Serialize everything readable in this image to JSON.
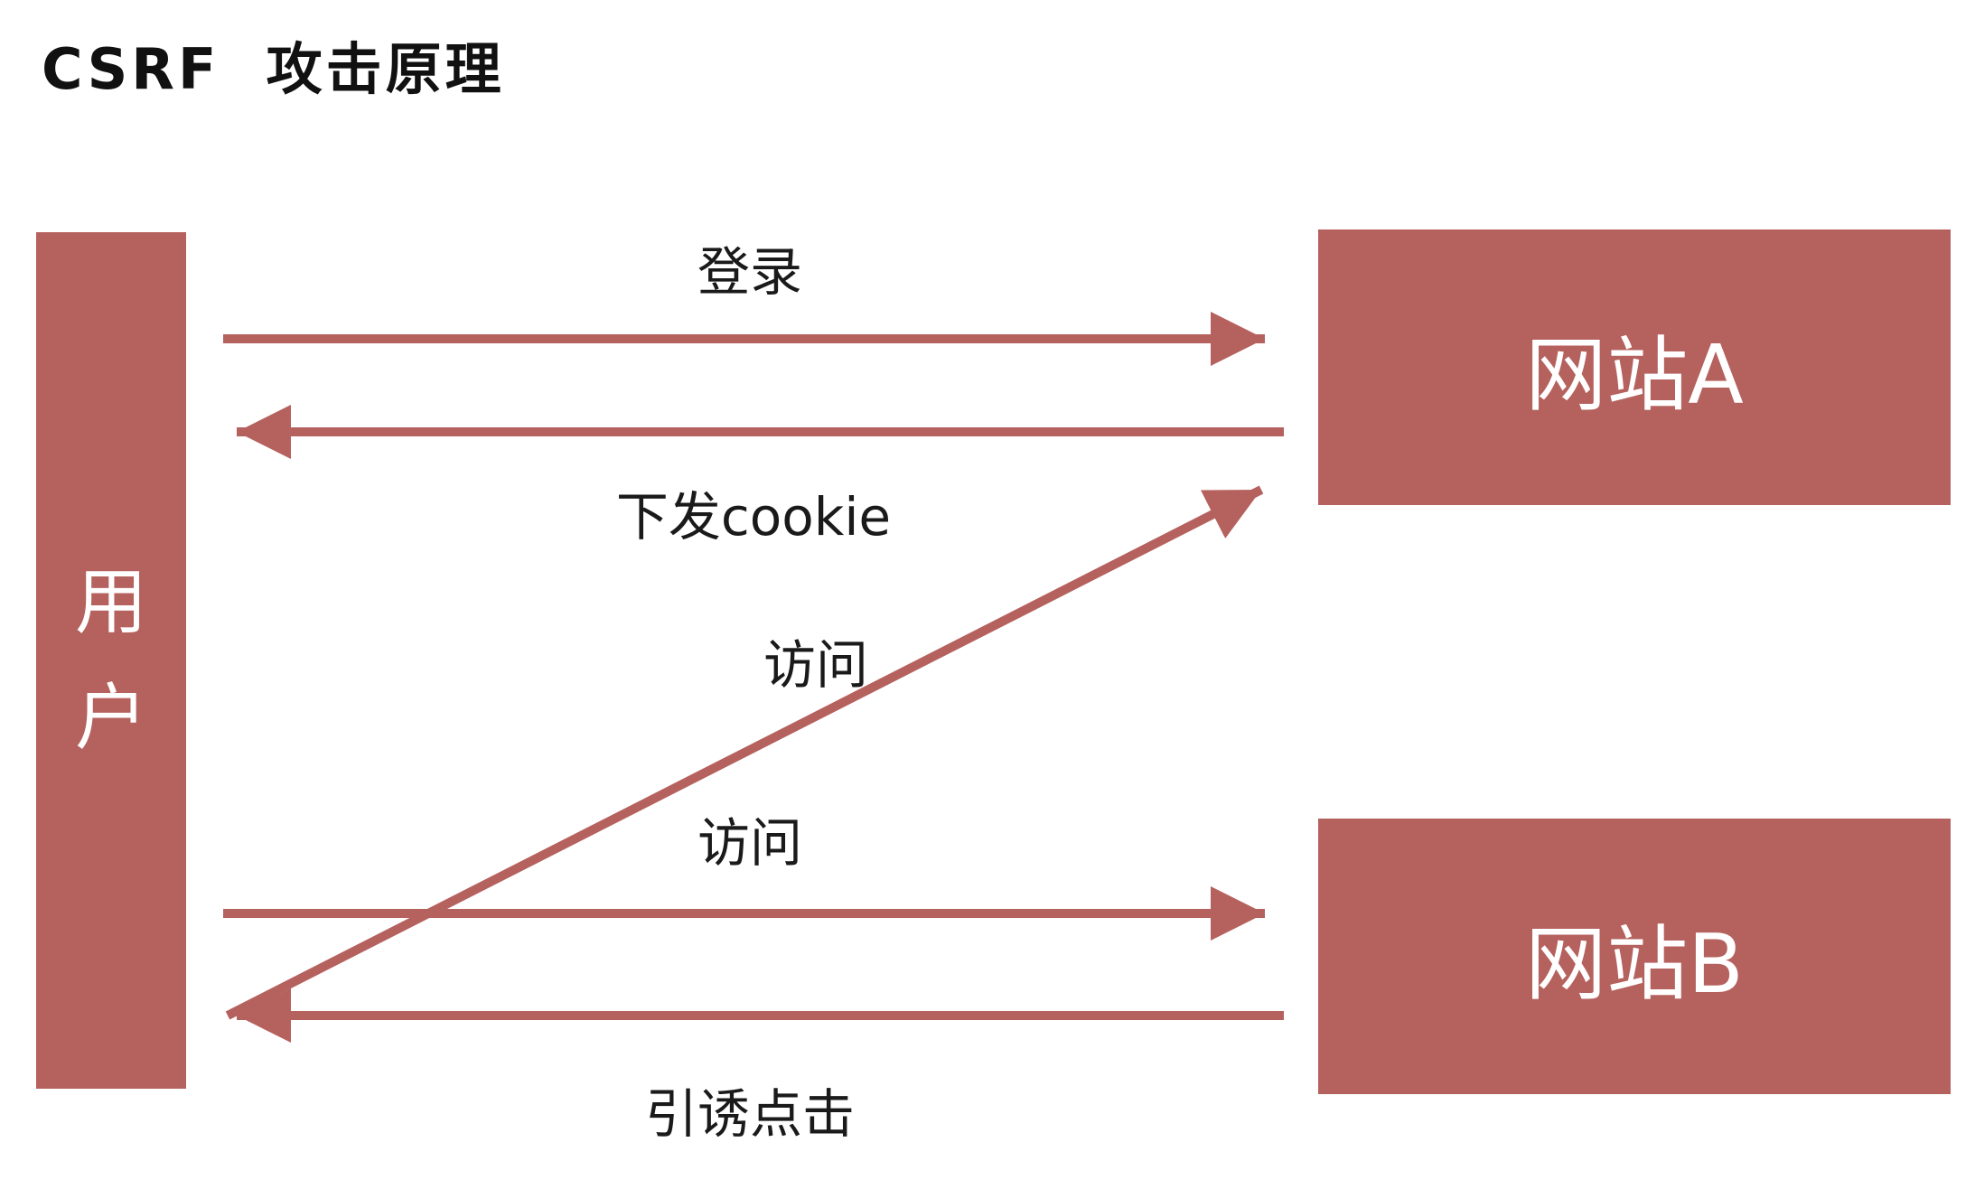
{
  "title": "CSRF  攻击原理",
  "colors": {
    "accent": "#b5615e",
    "label_text": "#1a1a1a",
    "node_text": "#ffffff",
    "background": "#ffffff"
  },
  "nodes": {
    "user": {
      "label": "用户"
    },
    "site_a": {
      "label": "网站A"
    },
    "site_b": {
      "label": "网站B"
    }
  },
  "edges": [
    {
      "id": "login",
      "from": "user",
      "to": "site_a",
      "label": "登录"
    },
    {
      "id": "send-cookie",
      "from": "site_a",
      "to": "user",
      "label": "下发cookie"
    },
    {
      "id": "visit-a",
      "from": "user",
      "to": "site_a",
      "label": "访问"
    },
    {
      "id": "visit-b",
      "from": "user",
      "to": "site_b",
      "label": "访问"
    },
    {
      "id": "lure-click",
      "from": "site_b",
      "to": "user",
      "label": "引诱点击"
    }
  ]
}
